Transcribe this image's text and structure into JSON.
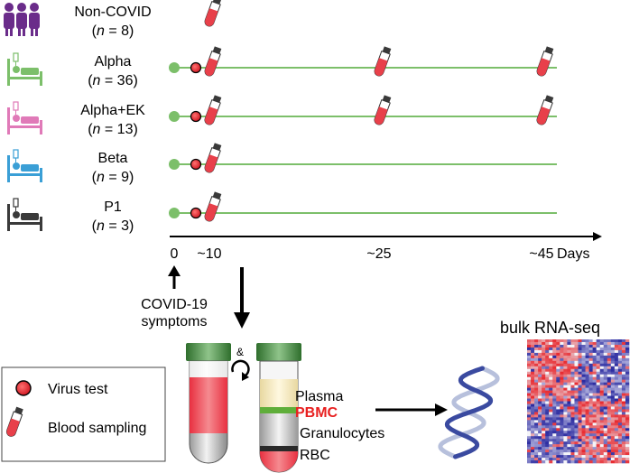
{
  "cohorts": [
    {
      "name": "Non-COVID",
      "n": "(n = 8)",
      "color": "#6a2c8a",
      "icon": "people-group-icon",
      "timeline": false,
      "samplings": [
        "~10"
      ]
    },
    {
      "name": "Alpha",
      "n": "(n = 36)",
      "color": "#7cbf6a",
      "icon": "patient-bed-icon",
      "timeline": true,
      "samplings": [
        "~10",
        "~25",
        "~45"
      ]
    },
    {
      "name": "Alpha+EK",
      "n": "(n = 13)",
      "color": "#e07ab8",
      "icon": "patient-bed-icon",
      "timeline": true,
      "samplings": [
        "~10",
        "~25",
        "~45"
      ]
    },
    {
      "name": "Beta",
      "n": "(n = 9)",
      "color": "#3a9fd6",
      "icon": "patient-bed-icon",
      "timeline": true,
      "samplings": [
        "~10"
      ]
    },
    {
      "name": "P1",
      "n": "(n = 3)",
      "color": "#3a3a3a",
      "icon": "patient-bed-icon",
      "timeline": true,
      "samplings": [
        "~10"
      ]
    }
  ],
  "axis": {
    "ticks": [
      "0",
      "~10",
      "~25",
      "~45"
    ],
    "unit": "Days"
  },
  "onset": {
    "line1": "COVID-19",
    "line2": "symptoms"
  },
  "tube": {
    "swap_symbol": "&",
    "layers": {
      "plasma": "Plasma",
      "pbmc": "PBMC",
      "granulocytes": "Granulocytes",
      "rbc": "RBC"
    }
  },
  "legend": {
    "virus_test": "Virus test",
    "blood_sampling": "Blood sampling"
  },
  "heatmap": {
    "title": "bulk RNA-seq"
  },
  "colors": {
    "timeline": "#7cbf6a",
    "onset_dot": "#7cbf6a",
    "virus_dot": "#e0202a",
    "tube_blood": "#e8404a",
    "cap": "#3c8a3a",
    "pbmc_text": "#e82020",
    "heat_red": "#e8262e",
    "heat_blue": "#2a2aa0",
    "dna": "#3a4aa0"
  }
}
